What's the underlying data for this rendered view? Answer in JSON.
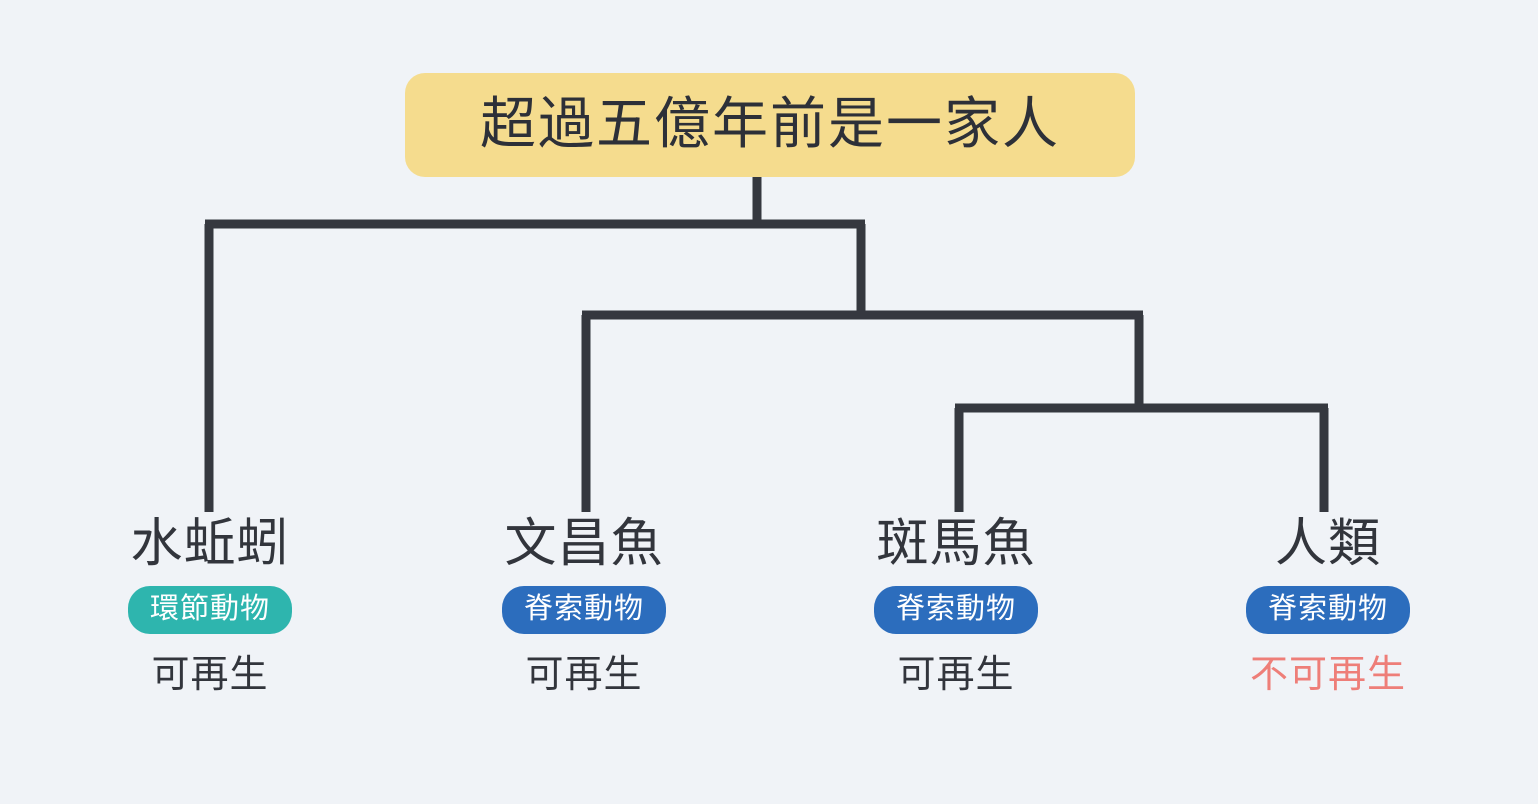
{
  "diagram": {
    "type": "cladogram",
    "background_color": "#f0f3f7",
    "line_color": "#35383f",
    "root": {
      "label": "超過五億年前是一家人",
      "box_color": "#f5dc8e",
      "text_color": "#2d3038"
    },
    "leaves": [
      {
        "name": "水蚯蚓",
        "badge": "環節動物",
        "badge_color": "#2eb5ae",
        "status": "可再生",
        "status_color": "#32353c"
      },
      {
        "name": "文昌魚",
        "badge": "脊索動物",
        "badge_color": "#2c6dbd",
        "status": "可再生",
        "status_color": "#32353c"
      },
      {
        "name": "斑馬魚",
        "badge": "脊索動物",
        "badge_color": "#2c6dbd",
        "status": "可再生",
        "status_color": "#32353c"
      },
      {
        "name": "人類",
        "badge": "脊索動物",
        "badge_color": "#2c6dbd",
        "status": "不可再生",
        "status_color": "#ee7e78"
      }
    ]
  }
}
